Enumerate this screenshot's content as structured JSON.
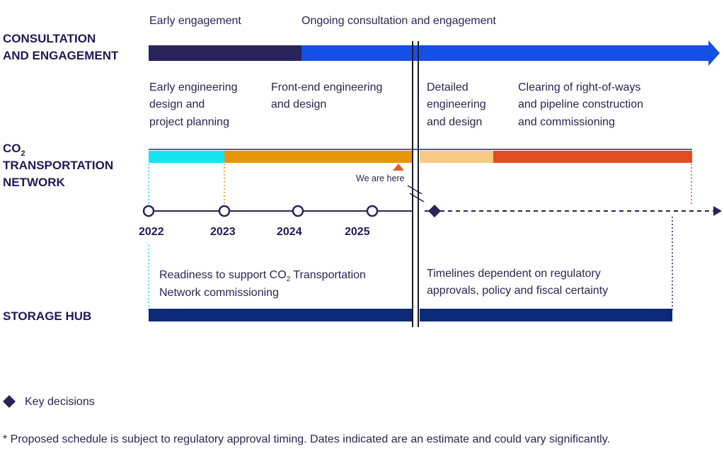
{
  "rows": {
    "consultation": [
      "CONSULTATION",
      "AND ENGAGEMENT"
    ],
    "co2_prefix": "CO",
    "co2_sub": "2",
    "transport": [
      "TRANSPORTATION",
      "NETWORK"
    ],
    "storage": "STORAGE HUB"
  },
  "consultation_phases": {
    "early": "Early engagement",
    "ongoing": "Ongoing consultation and engagement"
  },
  "engineering_phases": {
    "early_design": [
      "Early engineering",
      "design and",
      "project planning"
    ],
    "front_end": [
      "Front-end engineering",
      "and design"
    ],
    "detailed": [
      "Detailed",
      "engineering",
      "and design"
    ],
    "clearing": [
      "Clearing of right-of-ways",
      "and pipeline construction",
      "and commissioning"
    ]
  },
  "marker": "We are here",
  "years": [
    "2022",
    "2023",
    "2024",
    "2025"
  ],
  "storage_notes": {
    "readiness_prefix": "Readiness to support CO",
    "readiness_sub": "2",
    "readiness_suffix": " Transportation",
    "readiness_line2": "Network commissioning",
    "timelines": [
      "Timelines dependent on regulatory",
      "approvals, policy and fiscal certainty"
    ]
  },
  "legend": {
    "key_decisions": "Key decisions"
  },
  "footnote": "* Proposed schedule is subject to regulatory approval timing. Dates indicated are an estimate and could vary significantly.",
  "colors": {
    "navy": "#29245a",
    "blue": "#1450e6",
    "cyan": "#18e4f0",
    "amber": "#e6960a",
    "peach": "#f5c983",
    "orange": "#e24d20",
    "storage": "#0c2a78",
    "arrow_tri": "#e0602a"
  }
}
